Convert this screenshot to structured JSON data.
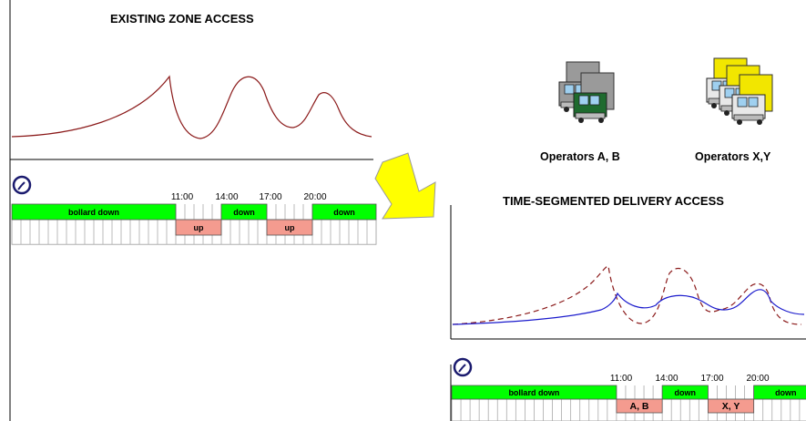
{
  "existing": {
    "title": "EXISTING ZONE ACCESS",
    "times": [
      "11:00",
      "14:00",
      "17:00",
      "20:00"
    ],
    "segments": [
      {
        "label": "bollard down",
        "state": "down",
        "start": 0,
        "end": 18
      },
      {
        "label": "up",
        "state": "up",
        "start": 18,
        "end": 23
      },
      {
        "label": "down",
        "state": "down",
        "start": 23,
        "end": 28
      },
      {
        "label": "up",
        "state": "up",
        "start": 28,
        "end": 33
      },
      {
        "label": "down",
        "state": "down",
        "start": 33,
        "end": 40
      }
    ]
  },
  "proposed": {
    "title": "TIME-SEGMENTED DELIVERY ACCESS",
    "times": [
      "11:00",
      "14:00",
      "17:00",
      "20:00"
    ],
    "segments": [
      {
        "label": "bollard down",
        "state": "down",
        "start": 0,
        "end": 18
      },
      {
        "label": "A, B",
        "state": "up",
        "start": 18,
        "end": 23
      },
      {
        "label": "down",
        "state": "down",
        "start": 23,
        "end": 28
      },
      {
        "label": "X, Y",
        "state": "up",
        "start": 28,
        "end": 33
      },
      {
        "label": "down",
        "state": "down",
        "start": 33,
        "end": 40
      }
    ]
  },
  "operators": [
    {
      "label": "Operators A, B",
      "cab_color": "#1e6b2e",
      "box_color": "#9a9a9a"
    },
    {
      "label": "Operators X,Y",
      "cab_color": "#e8e8e8",
      "box_color": "#f2e600"
    }
  ],
  "colors": {
    "down": "#00ff00",
    "up": "#f49b8f",
    "existing_curve": "#8b1a1a",
    "smoothed_curve": "#1a1acc",
    "arrow": "#ffff00",
    "clock": "#1a1a6e"
  }
}
